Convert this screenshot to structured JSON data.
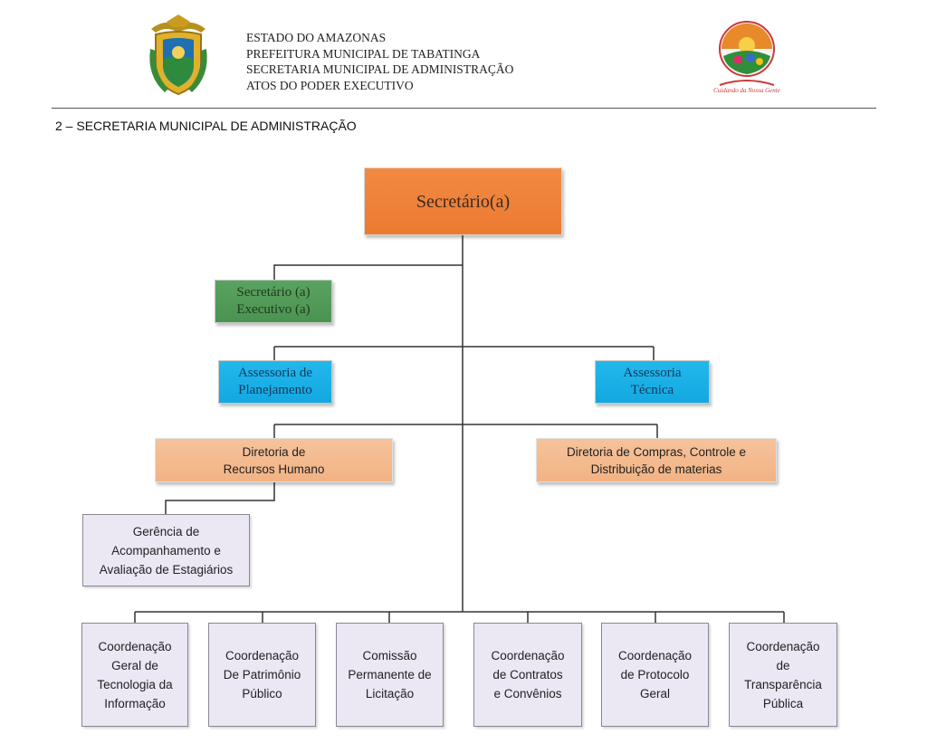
{
  "header": {
    "lines": [
      "ESTADO DO AMAZONAS",
      "PREFEITURA MUNICIPAL DE TABATINGA",
      "SECRETARIA MUNICIPAL DE ADMINISTRAÇÃO",
      "ATOS DO PODER EXECUTIVO"
    ],
    "logo_right_text": "Cuidando da Nossa Gente"
  },
  "section_title": "2 – SECRETARIA MUNICIPAL DE ADMINISTRAÇÃO",
  "org": {
    "secretario": "Secretário(a)",
    "executivo": [
      "Secretário (a)",
      "Executivo (a)"
    ],
    "assessoria_planejamento": [
      "Assessoria de",
      "Planejamento"
    ],
    "assessoria_tecnica": [
      "Assessoria",
      "Técnica"
    ],
    "diretoria_rh": [
      "Diretoria de",
      "Recursos Humano"
    ],
    "diretoria_compras": [
      "Diretoria de Compras, Controle e",
      "Distribuição de materias"
    ],
    "gerencia": [
      "Gerência de",
      "Acompanhamento e",
      "Avaliação de Estagiários"
    ],
    "coordenacoes": [
      [
        "Coordenação",
        "Geral de",
        "Tecnologia da",
        "Informação"
      ],
      [
        "Coordenação",
        "De Patrimônio",
        "Público"
      ],
      [
        "Comissão",
        "Permanente de",
        "Licitação"
      ],
      [
        "Coordenação",
        "de Contratos",
        "e Convênios"
      ],
      [
        "Coordenação",
        "de Protocolo",
        "Geral"
      ],
      [
        "Coordenação",
        "de",
        "Transparência",
        "Pública"
      ]
    ]
  },
  "colors": {
    "top": "#ef7f36",
    "executive": "#529a57",
    "advisory": "#19b0e6",
    "directorate": "#f4bb90",
    "unit": "#ebe7f3",
    "connector": "#333333"
  }
}
